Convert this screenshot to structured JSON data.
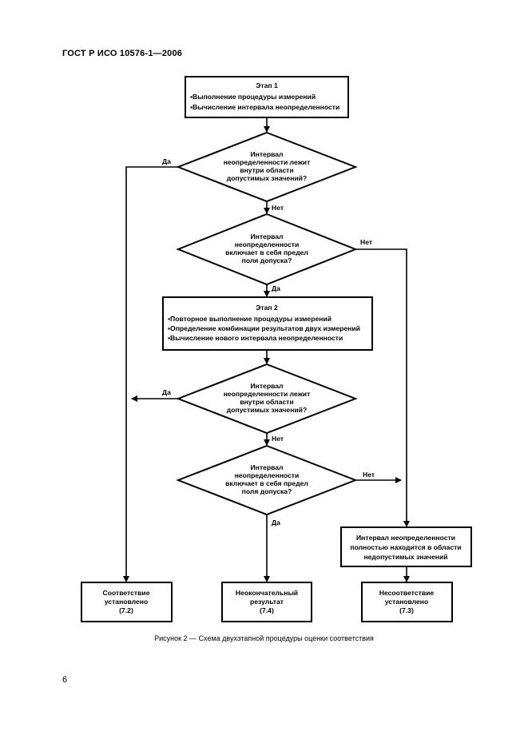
{
  "document": {
    "header": "ГОСТ Р ИСО 10576-1—2006",
    "caption": "Рисунок 2 — Схема двухэтапной процедуры оценки соответствия",
    "page_number": "6"
  },
  "flowchart": {
    "stage1": {
      "title": "Этап 1",
      "items": [
        "▪Выполнение процедуры измерений",
        "▪Вычисление интервала неопределенности"
      ]
    },
    "decision1": {
      "lines": [
        "Интервал",
        "неопределенности лежит",
        "внутри области",
        "допустимых значений?"
      ]
    },
    "decision2": {
      "lines": [
        "Интервал",
        "неопределенности",
        "включает в себя предел",
        "поля допуска?"
      ]
    },
    "stage2": {
      "title": "Этап 2",
      "items": [
        "▪Повторное выполнение процедуры измерений",
        "▪Определение комбинации результатов двух измерений",
        "▪Вычисление нового интервала неопределенности"
      ]
    },
    "decision3": {
      "lines": [
        "Интервал",
        "неопределенности лежит",
        "внутри области",
        "допустимых значений?"
      ]
    },
    "decision4": {
      "lines": [
        "Интервал",
        "неопределенности",
        "включает в себя предел",
        "поля допуска?"
      ]
    },
    "nonconform_box": {
      "lines": [
        "Интервал неопределенности",
        "полностью находится в области",
        "недопустимых значений"
      ]
    },
    "outcome_conform": {
      "lines": [
        "Соответствие",
        "установлено",
        "(7.2)"
      ]
    },
    "outcome_inconclusive": {
      "lines": [
        "Неокончательный",
        "результат",
        "(7.4)"
      ]
    },
    "outcome_nonconform": {
      "lines": [
        "Несоответствие",
        "установлено",
        "(7.3)"
      ]
    },
    "labels": {
      "yes": "Да",
      "no": "Нет"
    }
  }
}
